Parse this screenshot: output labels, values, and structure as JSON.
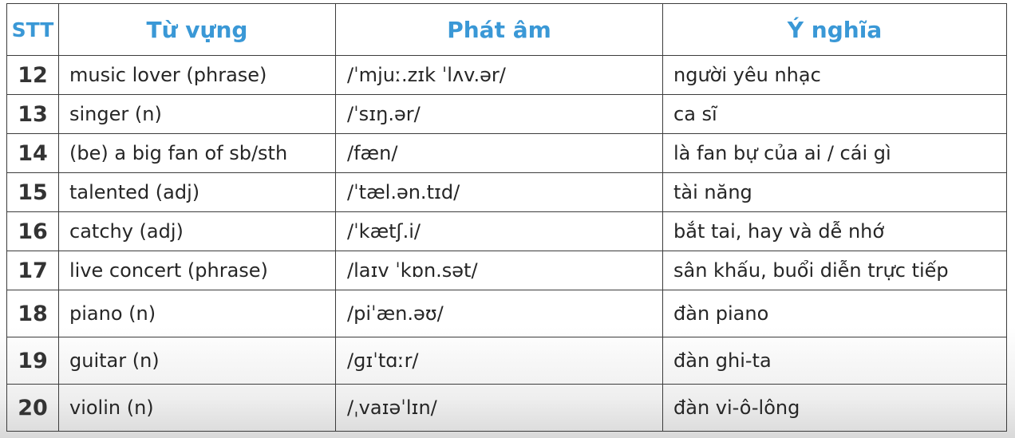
{
  "headers": {
    "stt": "STT",
    "word": "Từ vựng",
    "pronunciation": "Phát âm",
    "meaning": "Ý nghĩa"
  },
  "rows": [
    {
      "num": "12",
      "word": "music lover (phrase)",
      "ipa": "/ˈmjuː.zɪk ˈlʌv.ər/",
      "meaning": "người yêu nhạc"
    },
    {
      "num": "13",
      "word": "singer (n)",
      "ipa": "/ˈsɪŋ.ər/",
      "meaning": "ca sĩ"
    },
    {
      "num": "14",
      "word": "(be) a big fan of sb/sth",
      "ipa": "/fæn/",
      "meaning": "là fan bự của ai / cái gì"
    },
    {
      "num": "15",
      "word": "talented (adj)",
      "ipa": "/ˈtæl.ən.tɪd/",
      "meaning": "tài năng"
    },
    {
      "num": "16",
      "word": "catchy (adj)",
      "ipa": "/ˈkætʃ.i/",
      "meaning": "bắt tai, hay và dễ nhớ"
    },
    {
      "num": "17",
      "word": "live concert (phrase)",
      "ipa": "/laɪv ˈkɒn.sət/",
      "meaning": "sân khấu, buổi diễn trực tiếp"
    },
    {
      "num": "18",
      "word": "piano (n)",
      "ipa": "/piˈæn.əʊ/",
      "meaning": "đàn piano"
    },
    {
      "num": "19",
      "word": "guitar (n)",
      "ipa": "/ɡɪˈtɑːr/",
      "meaning": "đàn ghi-ta"
    },
    {
      "num": "20",
      "word": "violin (n)",
      "ipa": "/ˌvaɪəˈlɪn/",
      "meaning": "đàn vi-ô-lông"
    }
  ],
  "colors": {
    "header_text": "#3a98d6",
    "border": "#3c3c3c",
    "body_text": "#262626"
  }
}
